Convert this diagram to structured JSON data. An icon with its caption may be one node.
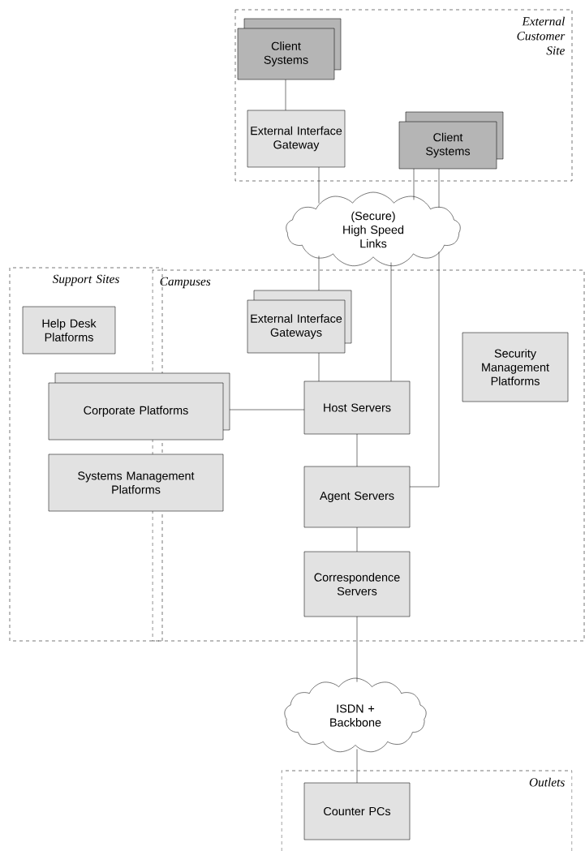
{
  "diagram": {
    "nodes": [
      {
        "text": [
          "External Customer Site"
        ]
      },
      {
        "text": [
          "Client Systems"
        ],
        "in": 0
      },
      {
        "text": [
          "External Interface Gateway"
        ],
        "in": 0
      },
      {
        "text": [
          "Client Systems"
        ],
        "in": 0
      },
      {
        "text": [
          "(Secure) High Speed Links"
        ]
      },
      {
        "text": [
          "Support Sites"
        ]
      },
      {
        "text": [
          "Campuses"
        ]
      },
      {
        "text": [
          "Help Desk Platforms"
        ],
        "in": 5
      },
      {
        "text": [
          "External Interface Gateways"
        ],
        "in": 6
      },
      {
        "text": [
          "Security Management Platforms"
        ],
        "in": 6
      },
      {
        "text": [
          "Corporate Platforms"
        ]
      },
      {
        "text": [
          "Host Servers"
        ],
        "in": 6
      },
      {
        "text": [
          "Systems Management Platforms"
        ]
      },
      {
        "text": [
          "Agent Servers"
        ],
        "in": 6
      },
      {
        "text": [
          "Correspondence Servers"
        ],
        "in": 6
      },
      {
        "text": [
          "ISDN + Backbone"
        ]
      },
      {
        "text": [
          "Outlets"
        ]
      },
      {
        "text": [
          "Counter PCs"
        ],
        "in": 16
      }
    ],
    "edges": [
      {
        "from": 1,
        "to": 2,
        "arrow": "none"
      },
      {
        "from": 2,
        "to": 4,
        "arrow": "none"
      },
      {
        "from": 3,
        "to": 4,
        "arrow": "none"
      },
      {
        "from": 3,
        "to": 4,
        "arrow": "none"
      },
      {
        "from": 4,
        "to": 8,
        "arrow": "none"
      },
      {
        "from": 4,
        "to": 11,
        "arrow": "none"
      },
      {
        "from": 4,
        "to": 13,
        "arrow": "none"
      },
      {
        "from": 8,
        "to": 11,
        "arrow": "none"
      },
      {
        "from": 10,
        "to": 11,
        "arrow": "none"
      },
      {
        "from": 11,
        "to": 13,
        "arrow": "none"
      },
      {
        "from": 13,
        "to": 14,
        "arrow": "none"
      },
      {
        "from": 14,
        "to": 15,
        "arrow": "none"
      },
      {
        "from": 15,
        "to": 17,
        "arrow": "none"
      }
    ]
  }
}
